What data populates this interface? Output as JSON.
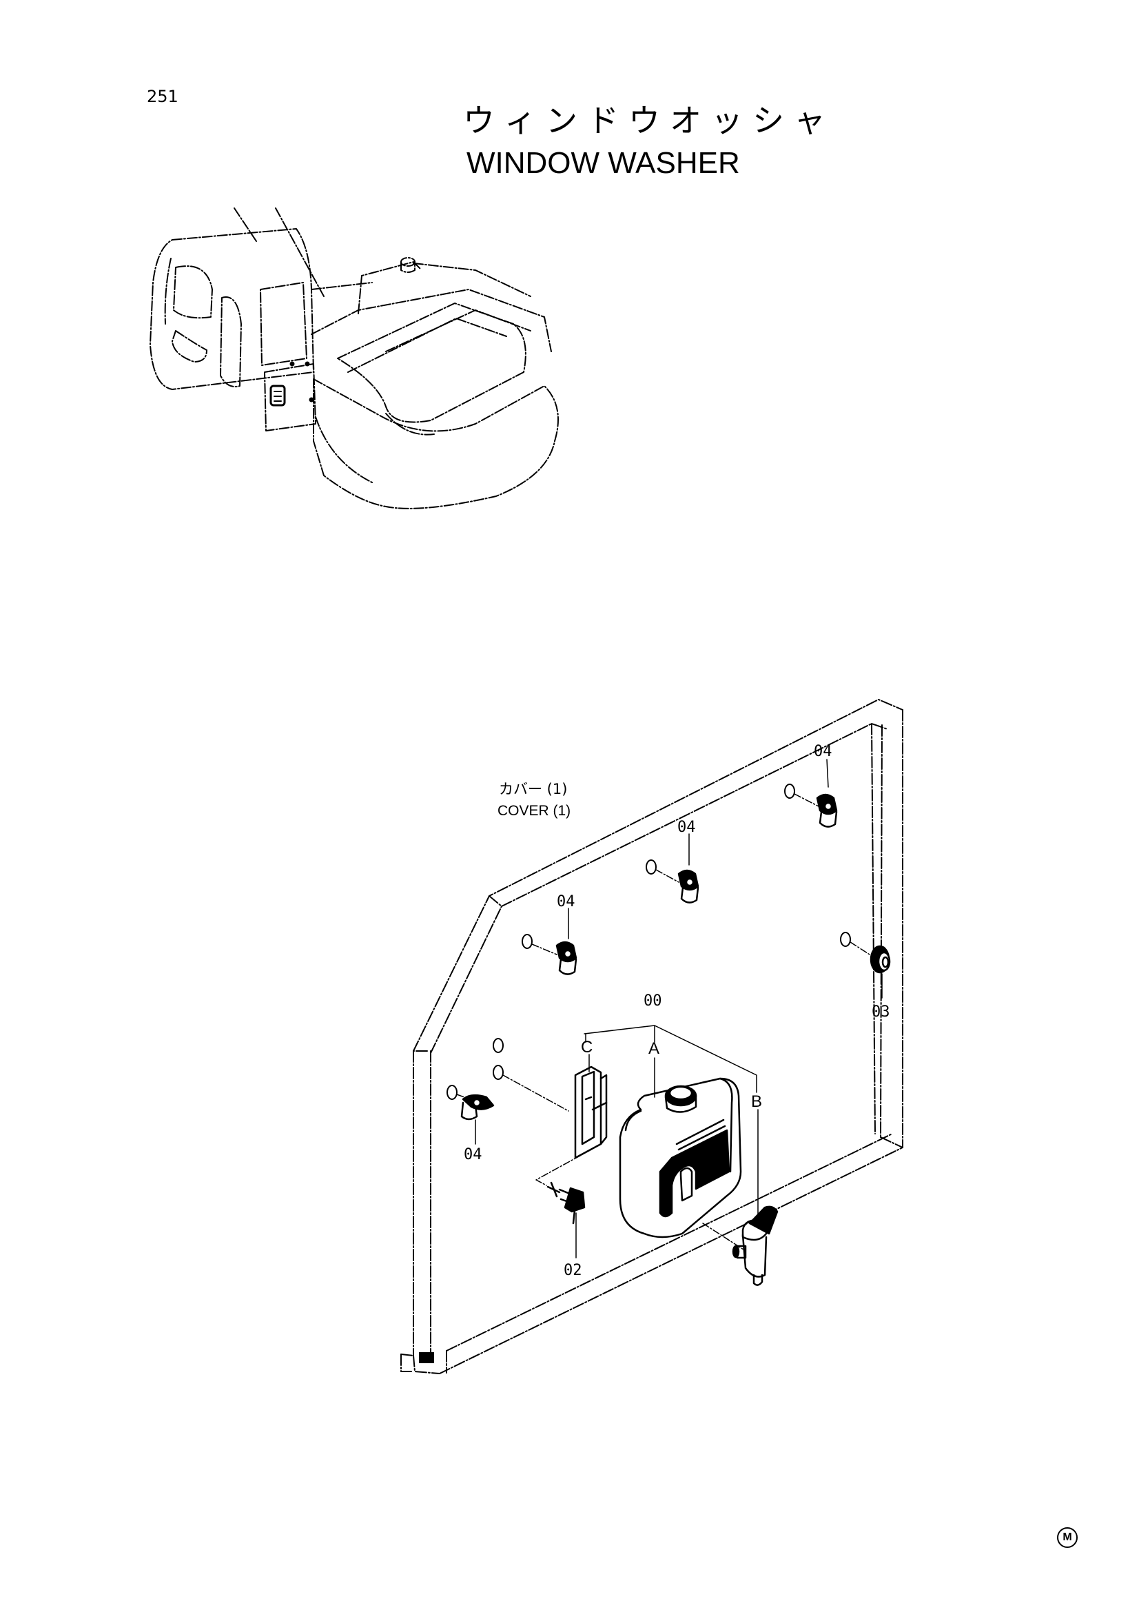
{
  "page": {
    "number": "251",
    "mark": "M"
  },
  "title": {
    "japanese": "ウィンドウオッシャ",
    "english": "WINDOW WASHER"
  },
  "cover": {
    "japanese": "カバー (1)",
    "english": "COVER (1)"
  },
  "callouts": {
    "c04a": "04",
    "c04b": "04",
    "c04c": "04",
    "c04d": "04",
    "c03": "03",
    "c00": "00",
    "cA": "A",
    "cB": "B",
    "cC": "C",
    "c02": "02"
  }
}
